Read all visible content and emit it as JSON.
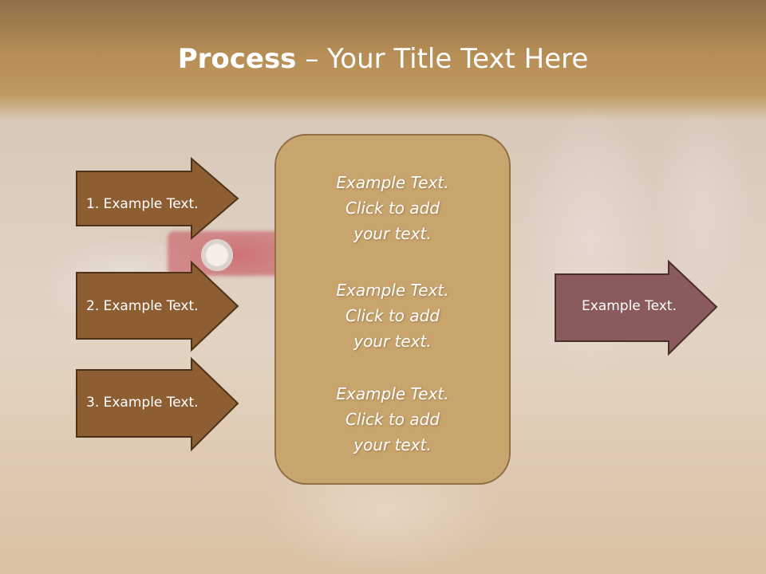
{
  "slide": {
    "title_bold": "Process",
    "title_rest": " – Your Title Text Here"
  },
  "steps": [
    {
      "label": "1. Example Text."
    },
    {
      "label": "2. Example Text."
    },
    {
      "label": "3. Example Text."
    }
  ],
  "center_blocks": [
    {
      "line1": "Example Text.",
      "line2": "Click  to add",
      "line3": "your text."
    },
    {
      "line1": "Example Text.",
      "line2": "Click  to add",
      "line3": "your text."
    },
    {
      "line1": "Example Text.",
      "line2": "Click  to add",
      "line3": "your text."
    }
  ],
  "result": {
    "label": "Example Text."
  },
  "colors": {
    "header": "#b58d55",
    "step_arrow": "#8e5e33",
    "center_box": "#c9a56e",
    "result_arrow": "#8a5a5c"
  }
}
